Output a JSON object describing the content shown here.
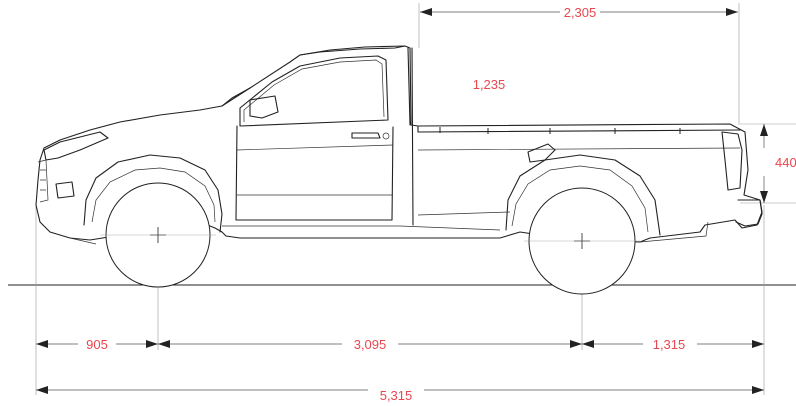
{
  "diagram": {
    "dimensions": {
      "bed_length": "2,305",
      "cab_height": "1,235",
      "bed_depth": "440",
      "front_overhang": "905",
      "wheelbase": "3,095",
      "rear_overhang": "1,315",
      "overall_length": "5,315"
    },
    "colors": {
      "label": "#e8474f",
      "line": "#222222",
      "dimension_line": "#555555",
      "background": "#ffffff"
    }
  }
}
